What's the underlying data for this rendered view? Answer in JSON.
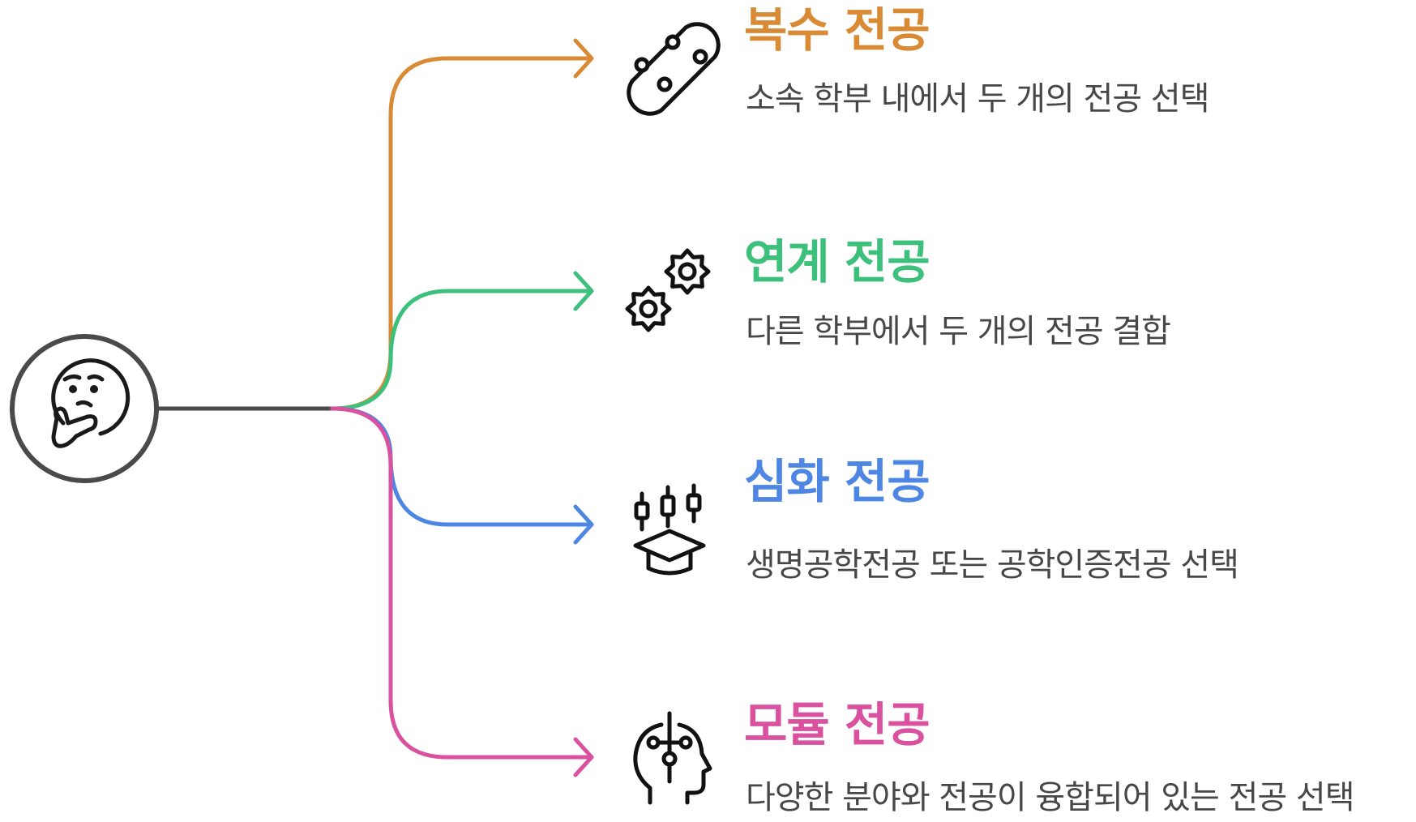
{
  "colors": {
    "hub": "#4a4a4a",
    "text": "#474747"
  },
  "hub": {
    "icon": "thinking-face-icon"
  },
  "branches": [
    {
      "title": "복수 전공",
      "description": "소속 학부 내에서 두 개의 전공 선택",
      "color": "#d98a34",
      "icon": "skateboard-icon"
    },
    {
      "title": "연계 전공",
      "description": "다른 학부에서 두 개의 전공 결합",
      "color": "#3cc07c",
      "icon": "gears-icon"
    },
    {
      "title": "심화 전공",
      "description": "생명공학전공 또는 공학인증전공 선택",
      "color": "#4e86e4",
      "icon": "graduation-cap-candlesticks-icon"
    },
    {
      "title": "모듈 전공",
      "description": "다양한 분야와 전공이 융합되어 있는 전공 선택",
      "color": "#d9519f",
      "icon": "head-circuit-icon"
    }
  ]
}
